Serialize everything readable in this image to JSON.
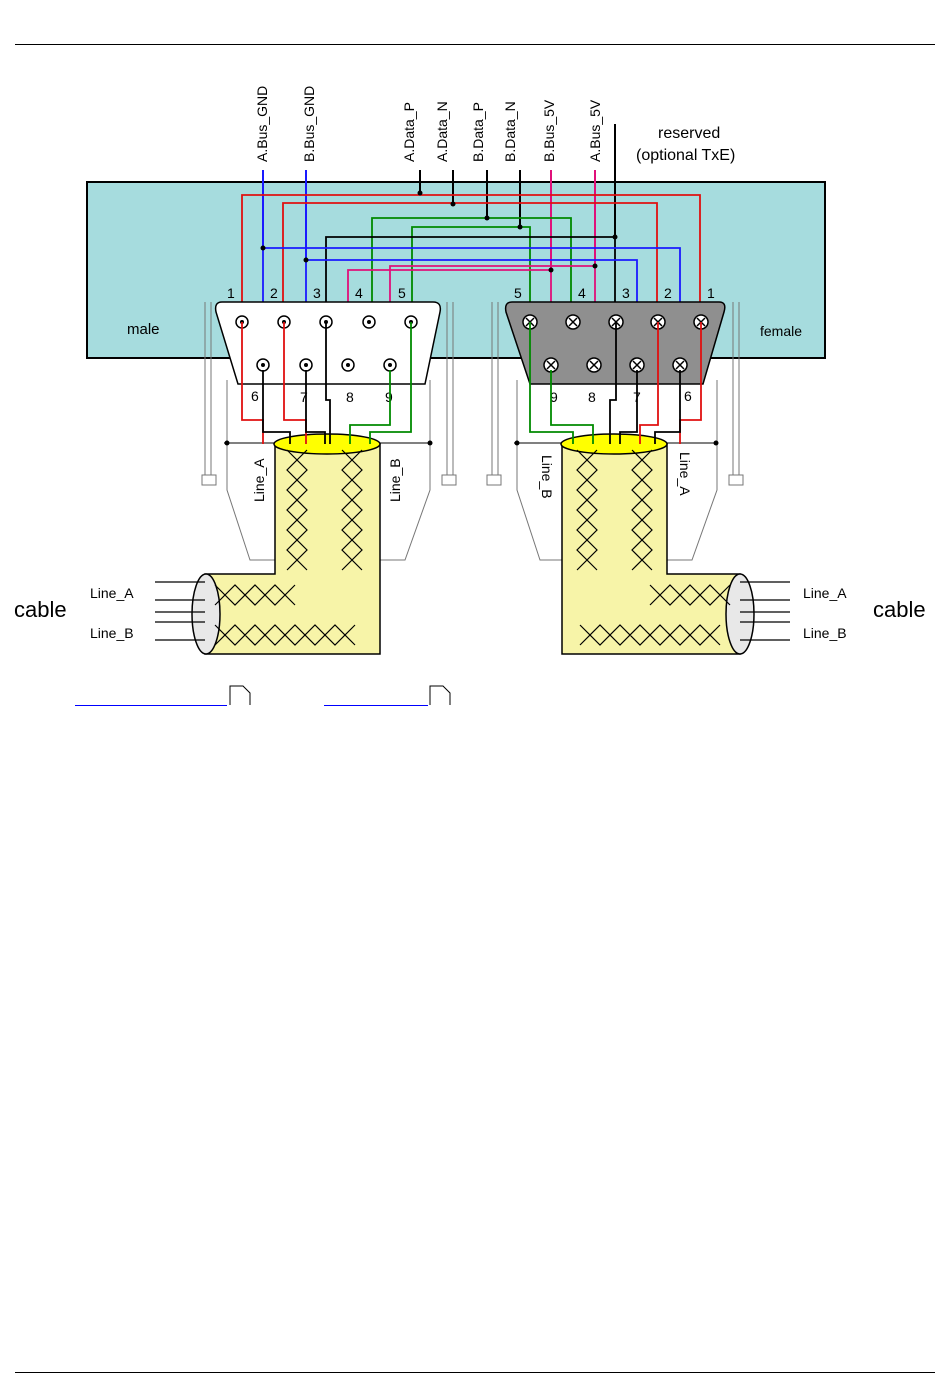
{
  "signals": {
    "a_bus_gnd": "A.Bus_GND",
    "b_bus_gnd": "B.Bus_GND",
    "a_data_p": "A.Data_P",
    "a_data_n": "A.Data_N",
    "b_data_p": "B.Data_P",
    "b_data_n": "B.Data_N",
    "b_bus_5v": "B.Bus_5V",
    "a_bus_5v": "A.Bus_5V",
    "reserved_line1": "reserved",
    "reserved_line2": "(optional TxE)"
  },
  "connectors": {
    "male_label": "male",
    "female_label": "female",
    "male_pins_top": [
      "1",
      "2",
      "3",
      "4",
      "5"
    ],
    "male_pins_bottom": [
      "6",
      "7",
      "8",
      "9"
    ],
    "female_pins_top": [
      "5",
      "4",
      "3",
      "2",
      "1"
    ],
    "female_pins_bottom": [
      "9",
      "8",
      "7",
      "6"
    ]
  },
  "cable": {
    "left_label": "cable",
    "right_label": "cable",
    "line_a": "Line_A",
    "line_b": "Line_B"
  },
  "colors": {
    "board": "#a6dcde",
    "blue": "#1a1aff",
    "red": "#e01010",
    "green": "#008a00",
    "magenta": "#e0107a",
    "yellow": "#f7f4a8",
    "yellow_ring": "#ffff00",
    "link": "#0000ff"
  }
}
